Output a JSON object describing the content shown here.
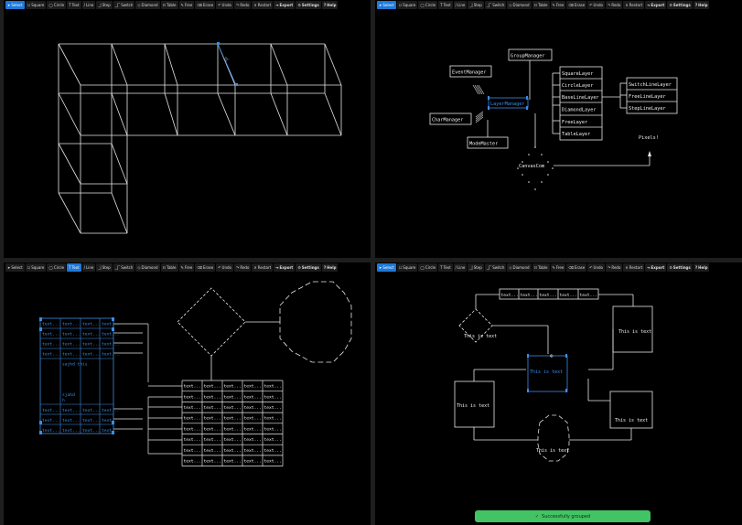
{
  "toolbar": {
    "items": [
      {
        "icon": "➤",
        "label": "Select"
      },
      {
        "icon": "☐",
        "label": "Square"
      },
      {
        "icon": "◯",
        "label": "Circle"
      },
      {
        "icon": "T",
        "label": "Text"
      },
      {
        "icon": "/",
        "label": "Line"
      },
      {
        "icon": "_|",
        "label": "Step"
      },
      {
        "icon": "_|‾",
        "label": "Switch"
      },
      {
        "icon": "◇",
        "label": "Diamond"
      },
      {
        "icon": "☷",
        "label": "Table"
      },
      {
        "icon": "✎",
        "label": "Free"
      },
      {
        "icon": "⌫",
        "label": "Erase"
      },
      {
        "icon": "↶",
        "label": "Undo"
      },
      {
        "icon": "↷",
        "label": "Redo"
      },
      {
        "icon": "✕",
        "label": "Restart"
      },
      {
        "icon": "⇥",
        "label": "Export"
      },
      {
        "icon": "⚙",
        "label": "Settings"
      },
      {
        "icon": "?",
        "label": "Help"
      }
    ],
    "bold_items": [
      "Export",
      "Settings",
      "Help"
    ],
    "pane_active_tool": [
      "Select",
      "Select",
      "Text",
      "Select"
    ]
  },
  "colors": {
    "accent": "#1e78d8",
    "line": "#e8e8e8",
    "selection": "#3b8de8",
    "toast_bg": "#43c464"
  },
  "diagram2": {
    "group_manager": "GroupManager",
    "event_manager": "EventManager",
    "layer_manager": "LayerManager",
    "char_manager": "CharManager",
    "mode_master": "ModeMaster",
    "canvas_com": "CanvasCom",
    "pixels": "Pixels!",
    "layers": [
      "SquareLayer",
      "CircleLayer",
      "BaseLineLayer",
      "DiamondLayer",
      "FreeLayer",
      "TableLayer"
    ],
    "line_layers": [
      "SwitchLineLayer",
      "FreeLineLayer",
      "StepLineLayer"
    ]
  },
  "diagram3": {
    "cell": "text...",
    "edited_text": "sajhd this",
    "partial_line1": "sjahd",
    "partial_line2": "h"
  },
  "diagram4": {
    "box_text": "This is text",
    "cell": "text..."
  },
  "toast": {
    "icon": "✓",
    "message": "Successfully grouped"
  }
}
